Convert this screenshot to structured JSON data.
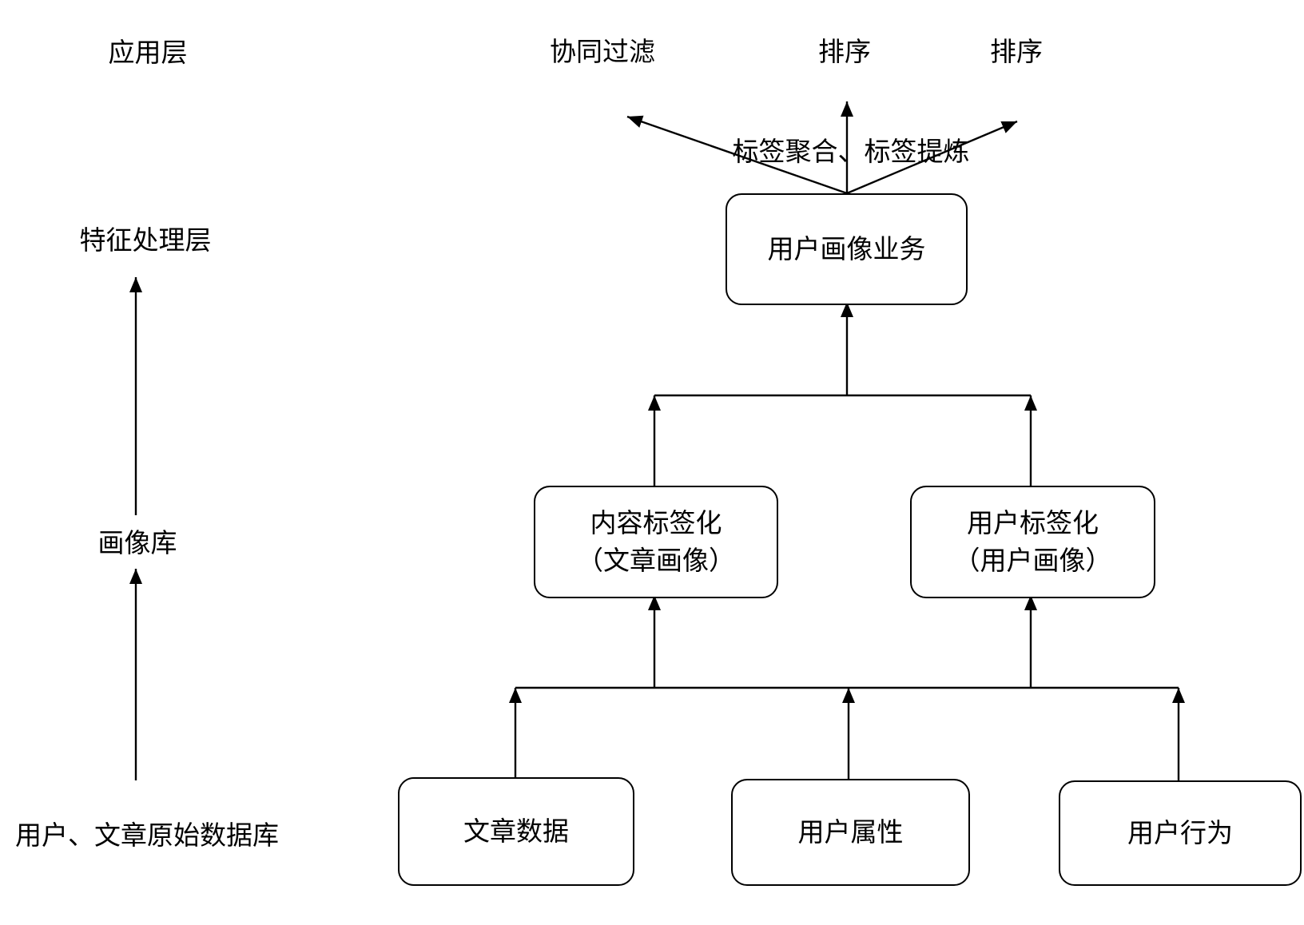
{
  "colors": {
    "background": "#ffffff",
    "line": "#000000",
    "text": "#000000"
  },
  "layer_labels": {
    "application_layer": "应用层",
    "feature_processing_layer": "特征处理层",
    "profile_library": "画像库",
    "raw_database": "用户、文章原始数据库"
  },
  "top_labels": {
    "collaborative_filtering": "协同过滤",
    "ranking_left": "排序",
    "ranking_right": "排序"
  },
  "annotation": {
    "tag_process": "标签聚合、标签提炼"
  },
  "nodes": {
    "user_profile_service": "用户画像业务",
    "content_tagging_line1": "内容标签化",
    "content_tagging_line2": "（文章画像）",
    "user_tagging_line1": "用户标签化",
    "user_tagging_line2": "（用户画像）",
    "article_data": "文章数据",
    "user_attributes": "用户属性",
    "user_behavior": "用户行为"
  }
}
